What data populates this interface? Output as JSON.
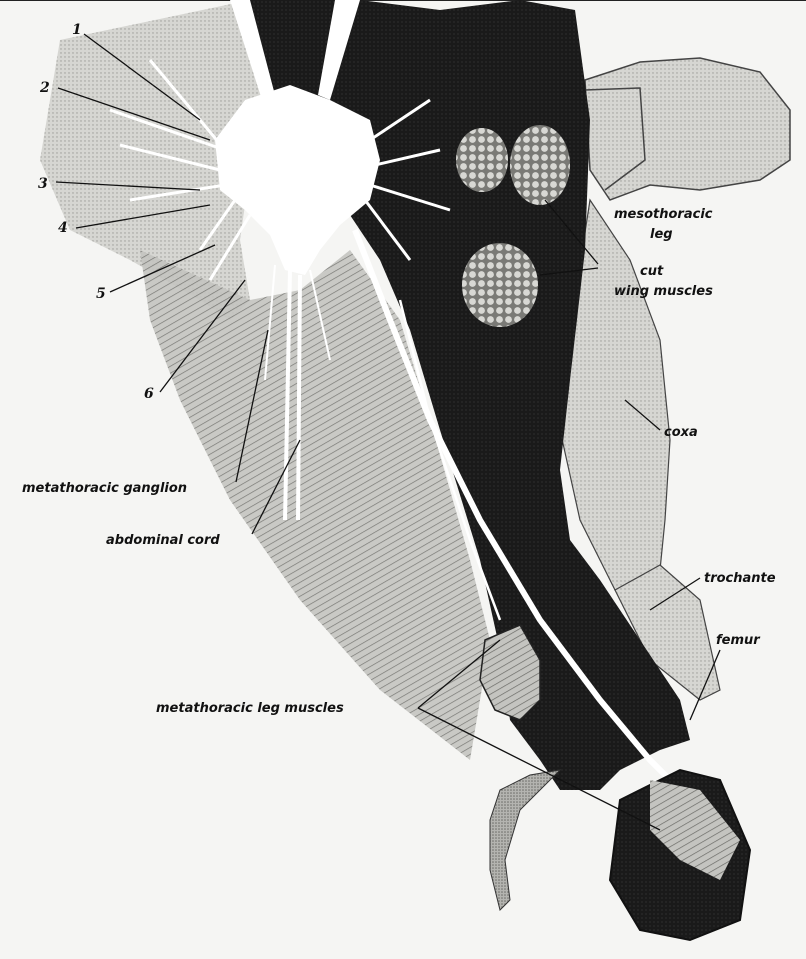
{
  "figure": {
    "nerve_numbers": [
      "1",
      "2",
      "3",
      "4",
      "5",
      "6"
    ],
    "labels": {
      "mesothoracic_leg_line1": "mesothoracic",
      "mesothoracic_leg_line2": "leg",
      "cut_wing_muscles_line1": "cut",
      "cut_wing_muscles_line2": "wing muscles",
      "coxa": "coxa",
      "trochanter": "trochante",
      "femur": "femur",
      "metathoracic_ganglion": "metathoracic ganglion",
      "abdominal_cord": "abdominal cord",
      "metathoracic_leg_muscles": "metathoracic leg muscles"
    }
  }
}
